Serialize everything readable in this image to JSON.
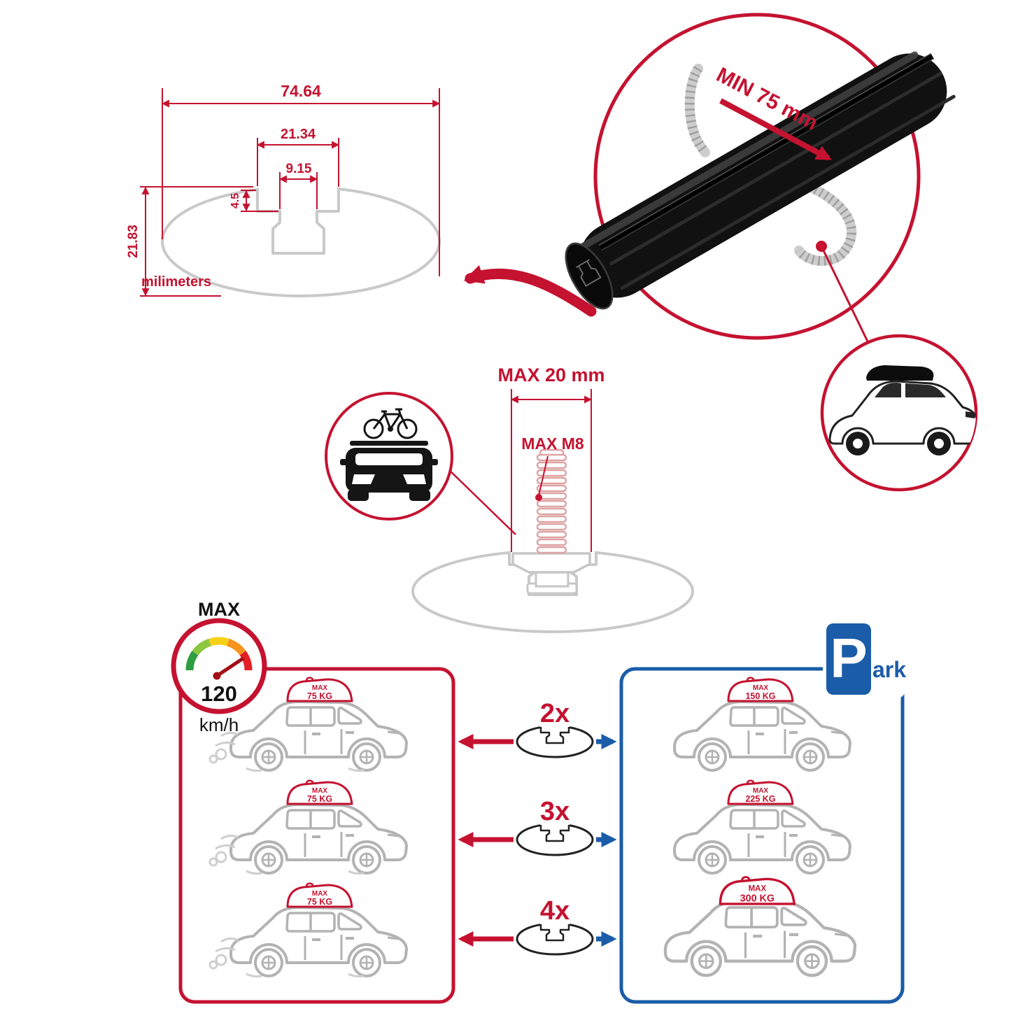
{
  "colors": {
    "accent_red": "#c41230",
    "accent_blue": "#1b5ca8",
    "line_gray": "#c9c9c9",
    "car_gray": "#b3b3b3"
  },
  "cross_section": {
    "total_width": "74.64",
    "channel_outer_width": "21.34",
    "channel_inner_width": "9.15",
    "lip_depth": "4.5",
    "total_height": "21.83",
    "units_label": "milimeters"
  },
  "clamp_detail": {
    "min_grip_label": "MIN 75 mm"
  },
  "bolt_detail": {
    "max_length_label": "MAX 20 mm",
    "max_thread_label": "MAX M8"
  },
  "speed_limit": {
    "label": "MAX",
    "value": "120",
    "unit": "km/h"
  },
  "park_sign": {
    "letter": "P",
    "suffix": "ark"
  },
  "multipliers": [
    "2x",
    "3x",
    "4x"
  ],
  "load_left": [
    {
      "max": "MAX",
      "weight": "75 KG"
    },
    {
      "max": "MAX",
      "weight": "75 KG"
    },
    {
      "max": "MAX",
      "weight": "75 KG"
    }
  ],
  "load_right": [
    {
      "max": "MAX",
      "weight": "150 KG"
    },
    {
      "max": "MAX",
      "weight": "225 KG"
    },
    {
      "max": "MAX",
      "weight": "300 KG"
    }
  ]
}
